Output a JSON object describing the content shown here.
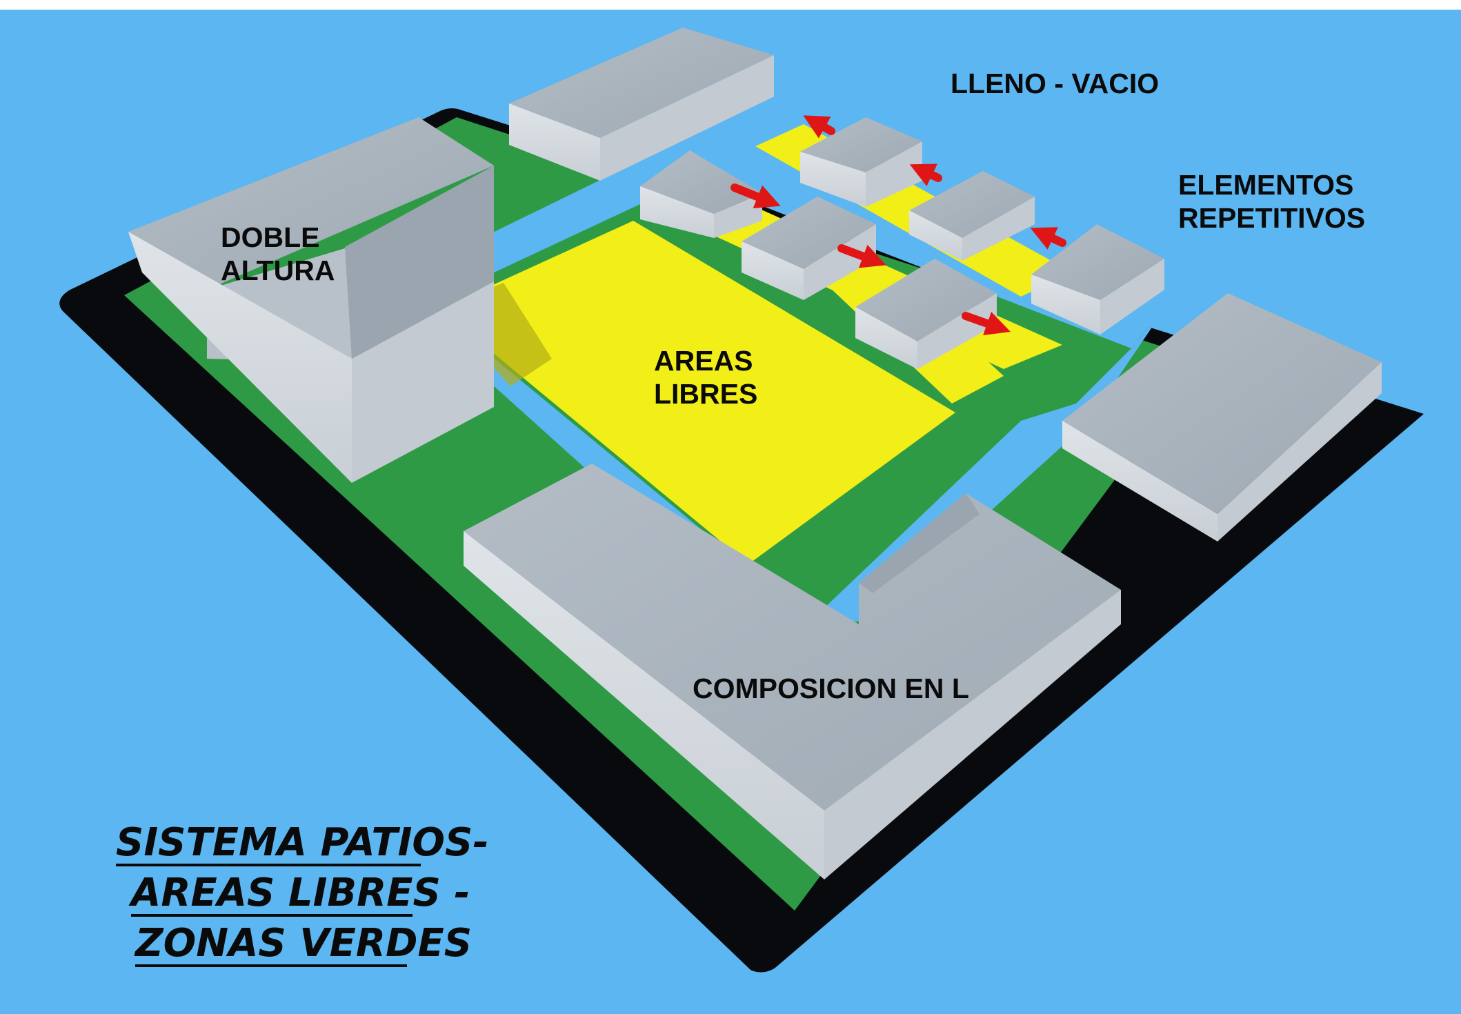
{
  "colors": {
    "sky": "#5bb6f1",
    "base": "#080a0d",
    "green": "#2f9a46",
    "yellow": "#f1ee18",
    "building_top": "#a8b3bd",
    "building_side": "#d6dbe0",
    "arrow": "#e01616"
  },
  "labels": {
    "lleno_vacio": "LLENO - VACIO",
    "elementos_line1": "ELEMENTOS",
    "elementos_line2": "REPETITIVOS",
    "doble_line1": "DOBLE",
    "doble_line2": "ALTURA",
    "areas_line1": "AREAS",
    "areas_line2": "LIBRES",
    "composicion": "COMPOSICION EN L"
  },
  "title": {
    "line1": "SISTEMA PATIOS-",
    "line2": "AREAS LIBRES -",
    "line3": "ZONAS VERDES"
  },
  "icons": [
    "red-arrow-icon"
  ]
}
